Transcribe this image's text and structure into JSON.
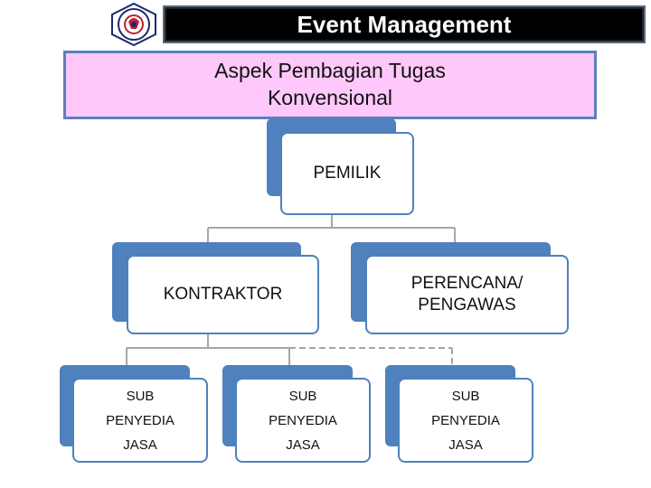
{
  "header": {
    "title": "Event Management"
  },
  "subtitle": {
    "line1": "Aspek  Pembagian Tugas",
    "line2": "Konvensional"
  },
  "org_chart": {
    "root": "PEMILIK",
    "level2": {
      "left": "KONTRAKTOR",
      "right_line1": "PERENCANA/",
      "right_line2": "PENGAWAS"
    },
    "level3": [
      {
        "line1": "SUB",
        "line2": "PENYEDIA",
        "line3": "JASA"
      },
      {
        "line1": "SUB",
        "line2": "PENYEDIA",
        "line3": "JASA"
      },
      {
        "line1": "SUB",
        "line2": "PENYEDIA",
        "line3": "JASA"
      }
    ],
    "colors": {
      "accent": "#4f81bd",
      "subtitle_bg": "#ffc8fb",
      "title_bg": "#000000",
      "connector": "#a6a6a6"
    }
  }
}
